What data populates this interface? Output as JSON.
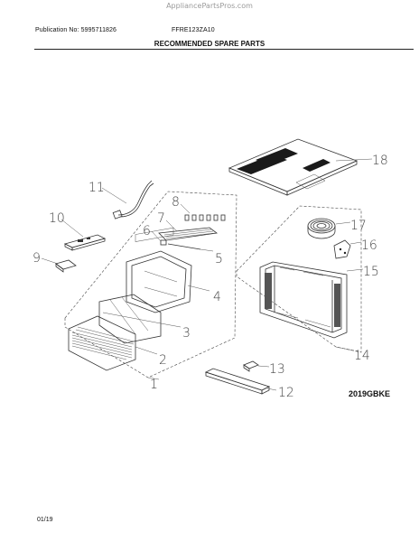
{
  "header": {
    "watermark": "AppliancePartsPros.com",
    "publication": "Publication No: 5995711826",
    "model": "FFRE123ZA10",
    "title": "RECOMMENDED SPARE PARTS"
  },
  "diagram": {
    "code": "2019GBKE",
    "callouts": [
      "1",
      "2",
      "3",
      "4",
      "5",
      "6",
      "7",
      "8",
      "9",
      "10",
      "11",
      "12",
      "13",
      "14",
      "15",
      "16",
      "17",
      "18"
    ]
  },
  "footer": {
    "date": "01/19"
  }
}
